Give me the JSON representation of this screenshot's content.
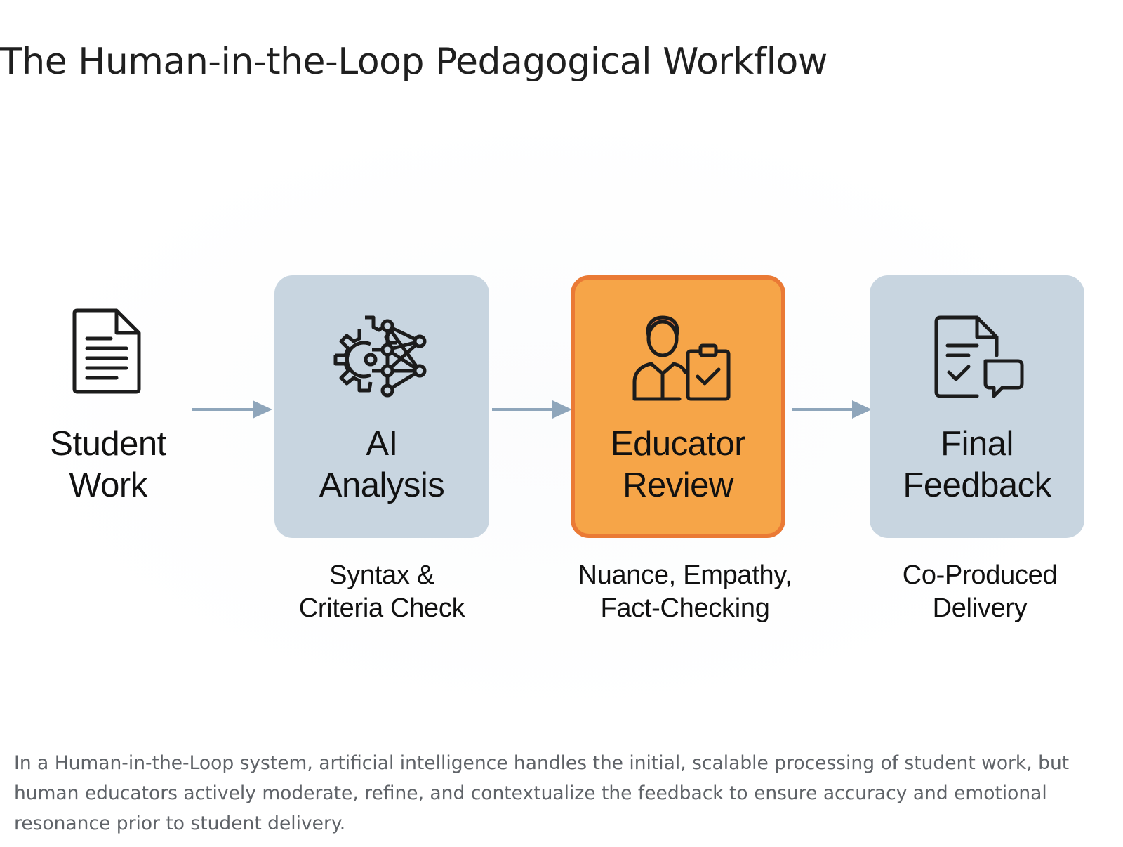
{
  "title": "The Human-in-the-Loop Pedagogical Workflow",
  "colors": {
    "box_default": "#c8d5e0",
    "box_highlight": "#f6a548",
    "box_highlight_border": "#ea7a35",
    "arrow": "#8fa6bb",
    "icon_stroke": "#1c1c1c"
  },
  "steps": [
    {
      "icon": "document-icon",
      "label_lines": [
        "Student",
        "Work"
      ],
      "sub_lines": []
    },
    {
      "icon": "gear-neural-network-icon",
      "label_lines": [
        "AI",
        "Analysis"
      ],
      "sub_lines": [
        "Syntax &",
        "Criteria Check"
      ]
    },
    {
      "icon": "educator-clipboard-icon",
      "label_lines": [
        "Educator",
        "Review"
      ],
      "sub_lines": [
        "Nuance, Empathy,",
        "Fact-Checking"
      ],
      "highlighted": true
    },
    {
      "icon": "document-check-chat-icon",
      "label_lines": [
        "Final",
        "Feedback"
      ],
      "sub_lines": [
        "Co-Produced",
        "Delivery"
      ]
    }
  ],
  "caption": "In a Human-in-the-Loop system, artificial intelligence handles the initial, scalable processing of student work, but human educators actively moderate, refine, and contextualize the feedback to ensure accuracy and emotional resonance prior to student delivery."
}
